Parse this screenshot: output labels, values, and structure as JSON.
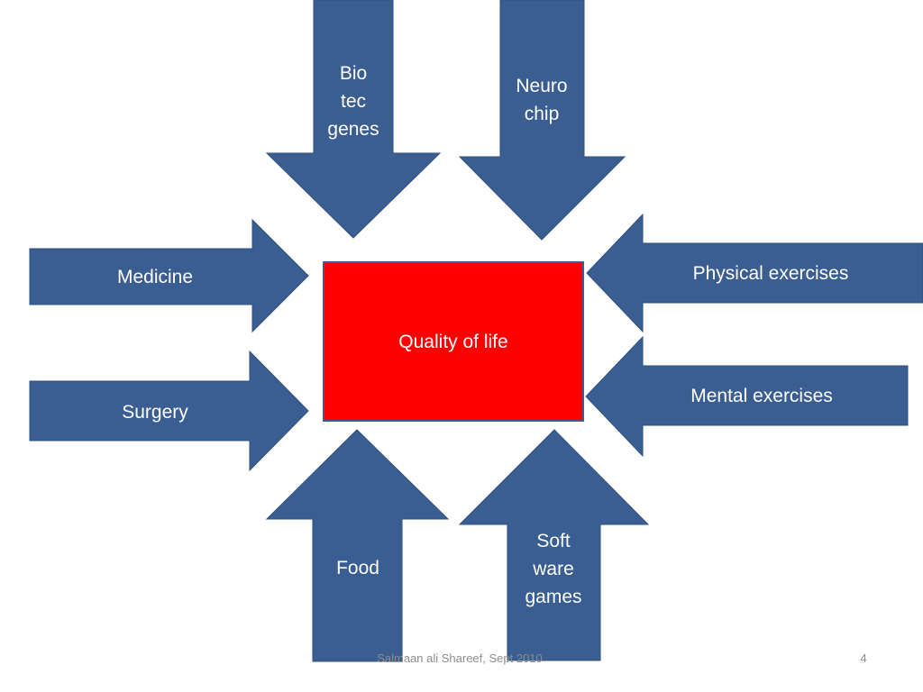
{
  "colors": {
    "arrow": "#3a5e92",
    "arrow_stroke": "#2f4f7d",
    "center": "#ff0000",
    "text": "#ffffff",
    "footer": "#8c8c8c"
  },
  "center": {
    "label": "Quality of life"
  },
  "arrows": {
    "biotec": {
      "label": "Bio\ntec\ngenes",
      "direction": "down"
    },
    "neurochip": {
      "label": "Neuro\nchip",
      "direction": "down"
    },
    "medicine": {
      "label": "Medicine",
      "direction": "right"
    },
    "surgery": {
      "label": "Surgery",
      "direction": "right"
    },
    "physical": {
      "label": "Physical exercises",
      "direction": "left"
    },
    "mental": {
      "label": "Mental exercises",
      "direction": "left"
    },
    "food": {
      "label": "Food",
      "direction": "up"
    },
    "software": {
      "label": "Soft\nware\ngames",
      "direction": "up"
    }
  },
  "footer": {
    "text": "Salmaan ali Shareef, Sept 2010",
    "page_number": "4"
  }
}
